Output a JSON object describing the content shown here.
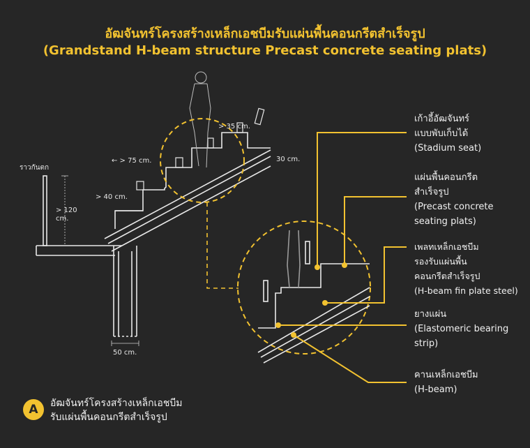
{
  "title": {
    "thai": "อัฒจันทร์โครงสร้างเหล็กเอชบีมรับแผ่นพื้นคอนกรีตสำเร็จรูป",
    "english": "(Grandstand H-beam structure Precast concrete seating plats)"
  },
  "dimensions": {
    "railing": "ราวกันตก",
    "railing_height": "> 120\ncm.",
    "step_depth": "← > 75 cm.",
    "step_rise": "> 40 cm.",
    "seat_clear": "> 35 cm.",
    "slab": "30 cm.",
    "column": "50 cm."
  },
  "callouts": [
    {
      "text": "เก้าอี้อัฒจันทร์\nแบบพับเก็บได้\n(Stadium seat)"
    },
    {
      "text": "แผ่นพื้นคอนกรีต\nสำเร็จรูป\n(Precast concrete\nseating plats)"
    },
    {
      "text": "เพลทเหล็กเอชบีม\nรองรับแผ่นพื้น\nคอนกรีตสำเร็จรูป\n(H-beam fin plate steel)"
    },
    {
      "text": "ยางแผ่น\n(Elastomeric bearing\nstrip)"
    },
    {
      "text": "คานเหล็กเอชบีม\n(H-beam)"
    }
  ],
  "badge": "A",
  "caption": "อัฒจันทร์โครงสร้างเหล็กเอชบีม\nรับแผ่นพื้นคอนกรีตสำเร็จรูป",
  "colors": {
    "background": "#262626",
    "accent": "#f2c230",
    "line": "#e8e8e8"
  }
}
